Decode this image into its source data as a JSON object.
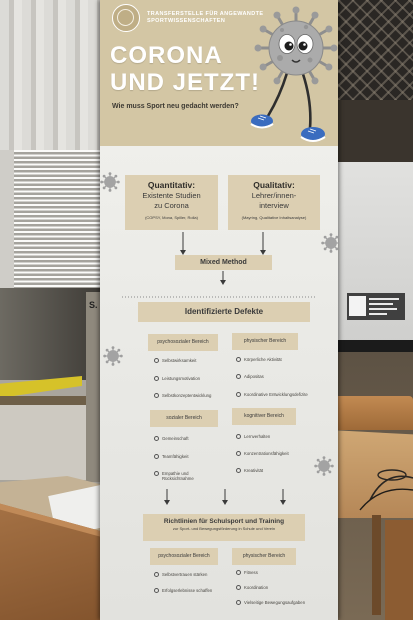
{
  "banner": {
    "institution": [
      "TRANSFERSTELLE FÜR ANGEWANDTE",
      "SPORTWISSENSCHAFTEN"
    ],
    "title": [
      "CORONA",
      "UND JETZT!"
    ],
    "subtitle": "Wie muss Sport neu gedacht werden?",
    "methods": {
      "quantitative": {
        "heading": "Quantitativ:",
        "lines": [
          "Existente Studien",
          "zu Corona"
        ],
        "note": "(COPSY, Mona, Spiller, Rolla)"
      },
      "qualitative": {
        "heading": "Qualitativ:",
        "lines": [
          "Lehrer/innen-",
          "interview"
        ],
        "note": "(Mayring, Qualitative Inhaltsanalyse)"
      },
      "mixed": "Mixed Method"
    },
    "defects": {
      "heading": "Identifizierte Defekte",
      "areas": [
        {
          "label": "psychosozialer Bereich",
          "items": [
            "Selbstwirksamkeit",
            "Leistungsmotivation",
            "Selbstkonzeptentwicklung"
          ]
        },
        {
          "label": "physischer Bereich",
          "items": [
            "Körperliche Aktivität",
            "Adipositas",
            "Koordinative Entwicklungsdefizite"
          ]
        },
        {
          "label": "sozialer Bereich",
          "items": [
            "Gemeinschaft",
            "Teamfähigkeit",
            "Empathie und Rücksichtnahme"
          ]
        },
        {
          "label": "kognitiver Bereich",
          "items": [
            "Lernverhalten",
            "Konzentrationsfähigkeit",
            "Kreativität"
          ]
        }
      ]
    },
    "guidelines": {
      "heading": "Richtlinien für Schulsport und Training",
      "subheading": "zur Sport- und Bewegungsförderung in Schule und Verein",
      "areas": [
        {
          "label": "psychosozialer Bereich",
          "items": [
            "Selbstvertrauen stärken",
            "Erfolgserlebnisse schaffen"
          ]
        },
        {
          "label": "physischer Bereich",
          "items": [
            "Fitness",
            "Koordination",
            "Vielseitige Bewegungsaufgaben"
          ]
        }
      ]
    }
  },
  "scene": {
    "sign_fragment": "S."
  },
  "colors": {
    "banner_tan": "#d3c6a4",
    "box_tan": "#dccfb2",
    "virus_gray": "#ababab",
    "shoe_blue": "#3a6cbf",
    "table_wood": "#8a5a32"
  }
}
